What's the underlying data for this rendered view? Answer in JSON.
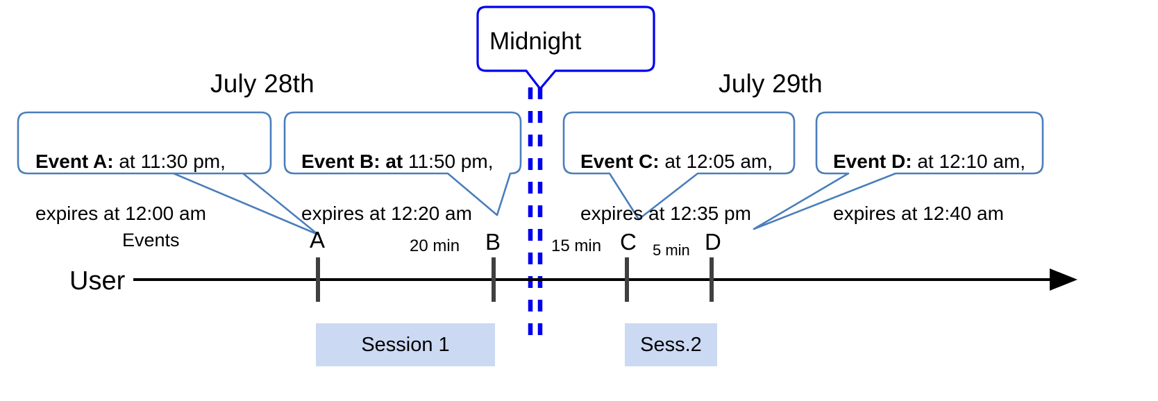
{
  "diagram": {
    "title_hidden": "",
    "dates": [
      {
        "id": "date-july-28",
        "label": "July 28th"
      },
      {
        "id": "date-july-29",
        "label": "July 29th"
      }
    ],
    "midnight": {
      "label": "Midnight",
      "border_color": "#0000EE",
      "line_color": "#0000EE",
      "line_style": "double-dashed"
    },
    "axis": {
      "row_label": "User",
      "events_label": "Events",
      "line_color": "#000000",
      "tick_color": "#404040"
    },
    "callouts": [
      {
        "id": "event-a",
        "bold": "Event A:",
        "rest": " at 11:30 pm,",
        "line2": "expires at 12:00 am",
        "border_color": "#4a7ebb"
      },
      {
        "id": "event-b",
        "bold": "Event B: at",
        "rest": " 11:50 pm,",
        "line2": "expires at 12:20 am",
        "border_color": "#4a7ebb"
      },
      {
        "id": "event-c",
        "bold": "Event C:",
        "rest": " at 12:05 am,",
        "line2": "expires at 12:35 pm",
        "border_color": "#4a7ebb"
      },
      {
        "id": "event-d",
        "bold": "Event D:",
        "rest": "  at 12:10 am,",
        "line2": "expires at 12:40 am",
        "border_color": "#4a7ebb"
      }
    ],
    "ticks": [
      {
        "id": "tick-a",
        "label": "A"
      },
      {
        "id": "tick-b",
        "label": "B"
      },
      {
        "id": "tick-c",
        "label": "C"
      },
      {
        "id": "tick-d",
        "label": "D"
      }
    ],
    "gaps": [
      {
        "id": "gap-a-b",
        "label": "20 min"
      },
      {
        "id": "gap-b-c",
        "label": "15 min"
      },
      {
        "id": "gap-c-d",
        "label": "5 min"
      }
    ],
    "sessions": [
      {
        "id": "session-1",
        "label": "Session 1",
        "color": "#ccd9f2"
      },
      {
        "id": "session-2",
        "label": "Sess.2",
        "color": "#ccd9f2"
      }
    ]
  }
}
